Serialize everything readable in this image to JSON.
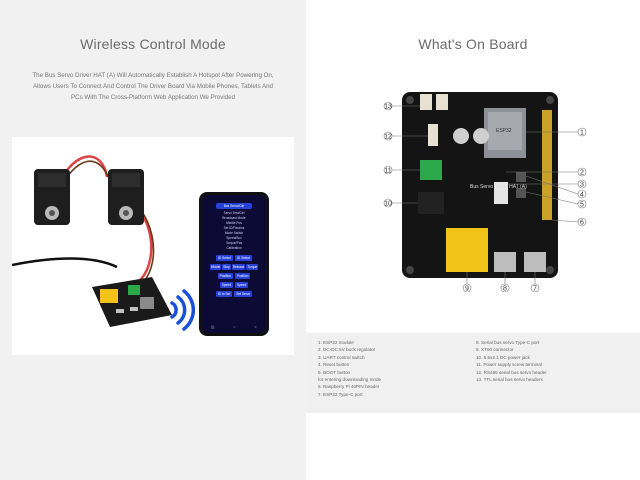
{
  "left_panel": {
    "title": "Wireless Control Mode",
    "description": [
      "The Bus Servo Driver HAT (A) Will Automatically Establish A Hotspot After Powering On,",
      "Allows Users To Connect And Control The Driver Board Via Mobile Phones, Tablets And",
      "PCs With The Cross-Platform Web Application We Provided"
    ],
    "phone": {
      "header": "Bus Servo/Ctrl",
      "menu": [
        "Servo Test/Ctrl",
        "Broadcast Mode",
        "Middle Pos",
        "Set ID/Params",
        "Mode Switch",
        "Speed/Acc",
        "Torque/Pos",
        "Calibration"
      ],
      "buttons_row1": [
        "ID Select",
        "ID Select"
      ],
      "buttons_row2": [
        "Middle",
        "Stop",
        "Release",
        "Torque"
      ],
      "buttons_row3": [
        "Position",
        "Position"
      ],
      "buttons_row4": [
        "Speed",
        "Speed"
      ],
      "buttons_row5": [
        "ID to Set",
        "Set Servo"
      ],
      "nav": [
        "|||",
        "○",
        "<"
      ]
    },
    "colors": {
      "background": "#f1f1f1",
      "phone_screen": "#0d0b35",
      "button": "#2742d6",
      "wifi": "#1a4fd8"
    }
  },
  "right_panel": {
    "title": "What's On Board",
    "callouts": [
      "1",
      "2",
      "3",
      "4",
      "5",
      "6",
      "7",
      "8",
      "9",
      "10",
      "11",
      "12",
      "13"
    ],
    "board_labels": {
      "module": "ESP32",
      "chip": "Bus Servo Driver HAT (A)"
    },
    "spec_left": [
      "1. ESP32 module",
      "2. DC-DC 5V buck regulator",
      "3. UART control switch",
      "4. Reset button",
      "5. BOOT button",
      "   for entering downloading mode",
      "6. Raspberry Pi 40PIN header",
      "7. ESP32 Type-C port"
    ],
    "spec_right": [
      "8. Serial bus servo Type-C port",
      "9. XT60 connector",
      "10. 5.5x2.1 DC power jack",
      "11. Power supply screw terminal",
      "12. RS485 serial bus servo header",
      "13. TTL serial bus servo headers"
    ]
  }
}
